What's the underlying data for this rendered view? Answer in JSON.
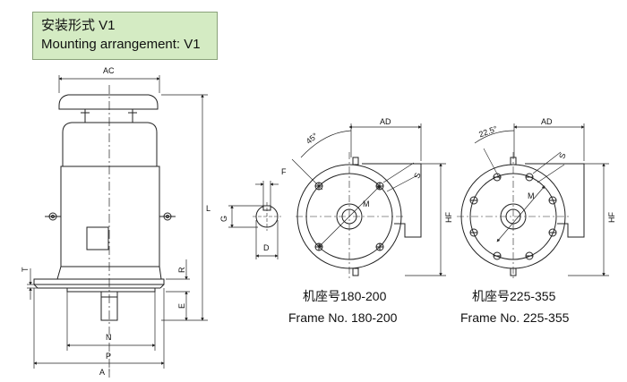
{
  "title": {
    "line1": "安装形式 V1",
    "line2": "Mounting arrangement: V1"
  },
  "side_view": {
    "labels": {
      "ac": "AC",
      "l": "L",
      "r": "R",
      "t": "T",
      "e": "E",
      "n": "N",
      "p": "P",
      "a": "A"
    }
  },
  "shaft_view": {
    "labels": {
      "f": "F",
      "g": "G",
      "d": "D"
    }
  },
  "frame_small": {
    "angle": "45°",
    "labels": {
      "ad": "AD",
      "s": "S",
      "m": "M",
      "hf": "HF"
    },
    "caption_cn": "机座号180-200",
    "caption_en": "Frame No. 180-200"
  },
  "frame_large": {
    "angle": "22.5°",
    "labels": {
      "ad": "AD",
      "s": "S",
      "m": "M",
      "hf": "HF"
    },
    "caption_cn": "机座号225-355",
    "caption_en": "Frame No. 225-355"
  },
  "colors": {
    "title_bg": "#d4ebc3",
    "line": "#222222"
  }
}
